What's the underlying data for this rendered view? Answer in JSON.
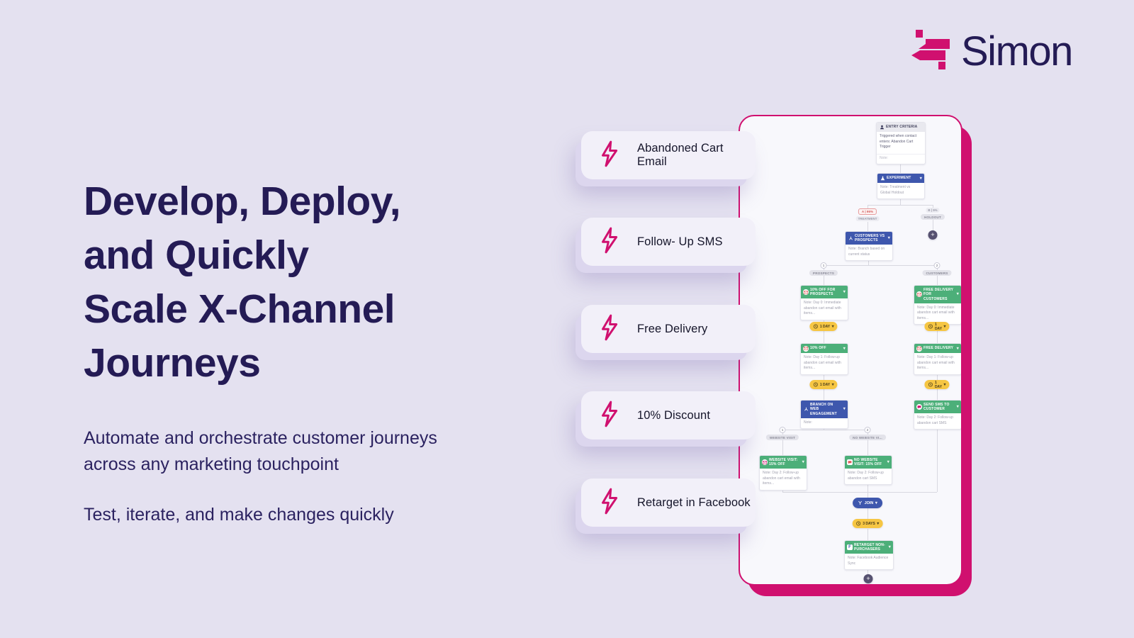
{
  "brand": {
    "name": "Simon",
    "pink": "#d0106f",
    "navy": "#241b55"
  },
  "icons": {
    "chevron_down": "▾",
    "plus": "+"
  },
  "hero": {
    "title_lines": [
      "Develop, Deploy,",
      "and Quickly",
      "Scale X-Channel",
      "Journeys"
    ],
    "p1": "Automate and orchestrate customer journeys across any marketing touchpoint",
    "p2": "Test, iterate, and make changes quickly"
  },
  "features": [
    {
      "label": "Abandoned Cart Email"
    },
    {
      "label": "Follow- Up SMS"
    },
    {
      "label": "Free Delivery"
    },
    {
      "label": "10% Discount"
    },
    {
      "label": "Retarget in Facebook"
    }
  ],
  "flow": {
    "entry": {
      "title": "ENTRY CRITERIA",
      "body": "Triggered when contact enters: Abandon Cart Trigger",
      "note": "Note:"
    },
    "experiment": {
      "title": "EXPERIMENT",
      "note": "Note: Treatment vs Global Holdout"
    },
    "treatment_badge": "A | 95%",
    "treatment_label": "TREATMENT",
    "holdout_badge": "B | 5%",
    "holdout_label": "HOLDOUT",
    "cvp": {
      "title": "CUSTOMERS VS PROSPECTS",
      "note": "Note: Branch based on current status"
    },
    "prospects_num": "1",
    "prospects_label": "PROSPECTS",
    "customers_num": "2",
    "customers_label": "CUSTOMERS",
    "left": {
      "n1": {
        "title": "10% OFF FOR PROSPECTS",
        "note": "Note: Day 0: Immediate abandon cart email with items..."
      },
      "wait1": "1 DAY",
      "n2": {
        "title": "10% OFF",
        "note": "Note: Day 1: Follow-up abandon cart email with items..."
      },
      "wait2": "1 DAY",
      "n3": {
        "title": "BRANCH ON WEB ENGAGEMENT",
        "note": "Note:"
      },
      "web_num": "1",
      "web_label": "WEBSITE VISIT",
      "noweb_num": "2",
      "noweb_label": "NO WEBSITE VI...",
      "n4": {
        "title": "WEBSITE VISIT: 15% OFF",
        "note": "Note: Day 2: Follow-up abandon cart email with items..."
      },
      "n5": {
        "title": "NO WEBSITE VISIT: 15% OFF",
        "note": "Note: Day 2: Follow-up abandon cart SMS"
      }
    },
    "right": {
      "n1": {
        "title": "FREE DELIVERY FOR CUSTOMERS",
        "note": "Note: Day 0: Immediate abandon cart email with items..."
      },
      "wait1": "1 DAY",
      "n2": {
        "title": "FREE DELIVERY",
        "note": "Note: Day 1: Follow-up abandon cart email with items..."
      },
      "wait2": "1 DAY",
      "n3": {
        "title": "SEND SMS TO CUSTOMER",
        "note": "Note: Day 2: Follow-up abandon cart SMS"
      }
    },
    "join_label": "JOIN",
    "wait3": "3 DAYS",
    "retarget": {
      "title": "RETARGET NON-PURCHASERS",
      "note": "Note: Facebook Audience Sync"
    }
  }
}
